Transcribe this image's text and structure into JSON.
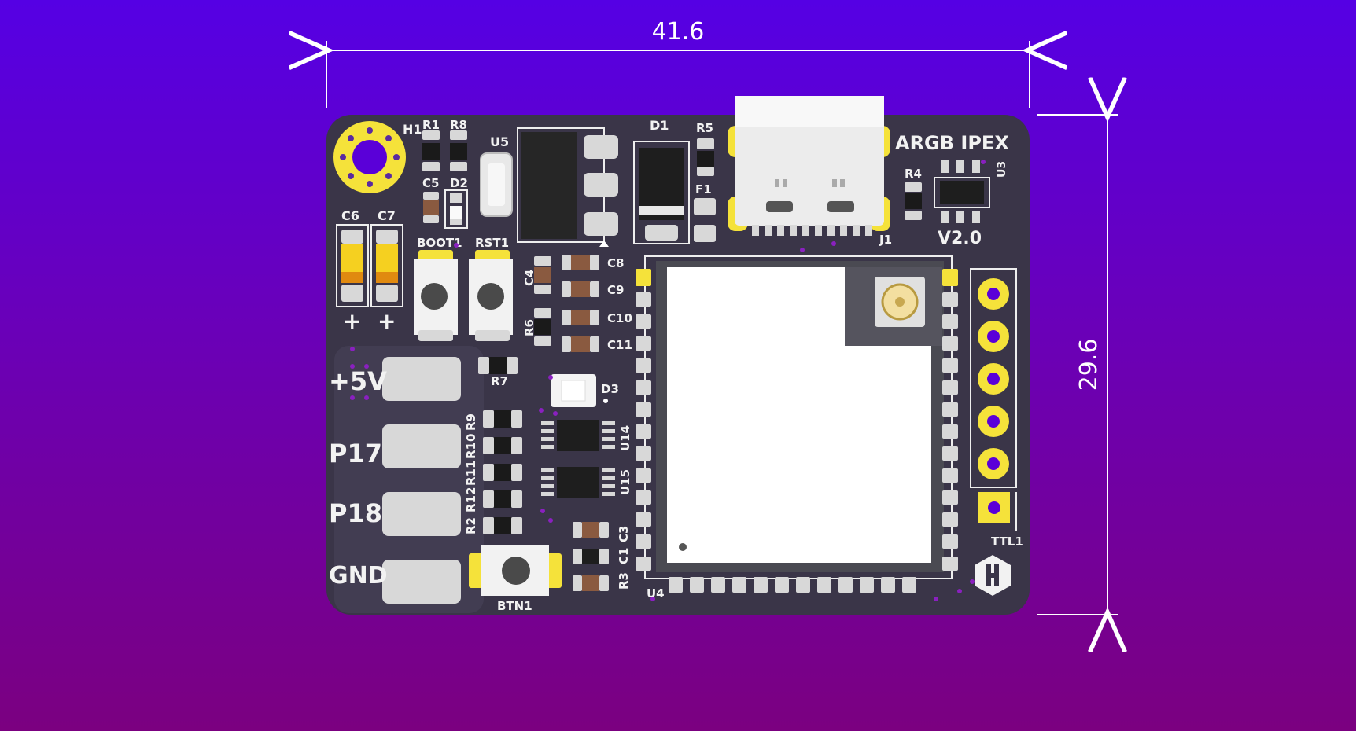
{
  "dimensions": {
    "width": "41.6",
    "height": "29.6"
  },
  "board": {
    "title": "ARGB IPEX",
    "version": "V2.0",
    "colors": {
      "soldermask": "#3a3548",
      "silkscreen": "#f2f2f2",
      "pad": "#d8d8d8",
      "gold": "#f5e23a",
      "module": "#ffffff"
    }
  },
  "terminals": [
    "+5V",
    "P17",
    "P18",
    "GND"
  ],
  "refs": {
    "h1": "H1",
    "r1": "R1",
    "r8": "R8",
    "c5": "C5",
    "d2": "D2",
    "u5": "U5",
    "d1": "D1",
    "r5": "R5",
    "f1": "F1",
    "j1": "J1",
    "r4": "R4",
    "u3": "U3",
    "c6": "C6",
    "c7": "C7",
    "boot1": "BOOT1",
    "rst1": "RST1",
    "c4": "C4",
    "r6": "R6",
    "c8": "C8",
    "c9": "C9",
    "c10": "C10",
    "c11": "C11",
    "r7": "R7",
    "d3": "D3",
    "r9": "R9",
    "r10": "R10",
    "r11": "R11",
    "r12": "R12",
    "r2": "R2",
    "u14": "U14",
    "u15": "U15",
    "c3": "C3",
    "c1": "C1",
    "r3": "R3",
    "btn1": "BTN1",
    "u4": "U4",
    "ttl1": "TTL1"
  },
  "polarity_marks": [
    "+",
    "+"
  ]
}
